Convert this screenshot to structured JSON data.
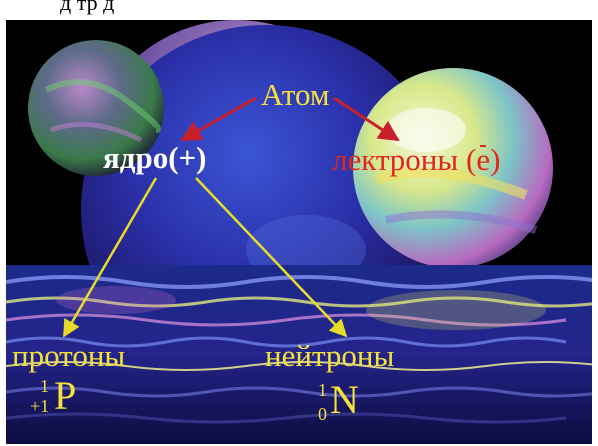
{
  "header_text": "д    тр    д",
  "labels": {
    "atom": "Атом",
    "nucleus": "ядро(+)",
    "electrons_text": "лектроны (",
    "electrons_symbol": "e",
    "electrons_close": ")",
    "protons": "протоны",
    "neutrons": "нейтроны"
  },
  "symbols": {
    "proton": {
      "letter": "P",
      "mass": "1",
      "charge": "+1"
    },
    "neutron": {
      "letter": "N",
      "mass": "1",
      "charge": "0"
    }
  },
  "colors": {
    "arrow_red": "#c8202a",
    "arrow_yellow": "#e8dc2a",
    "label_yellow": "#f4e23a",
    "label_white": "#ffffff",
    "label_red": "#e3261d"
  }
}
